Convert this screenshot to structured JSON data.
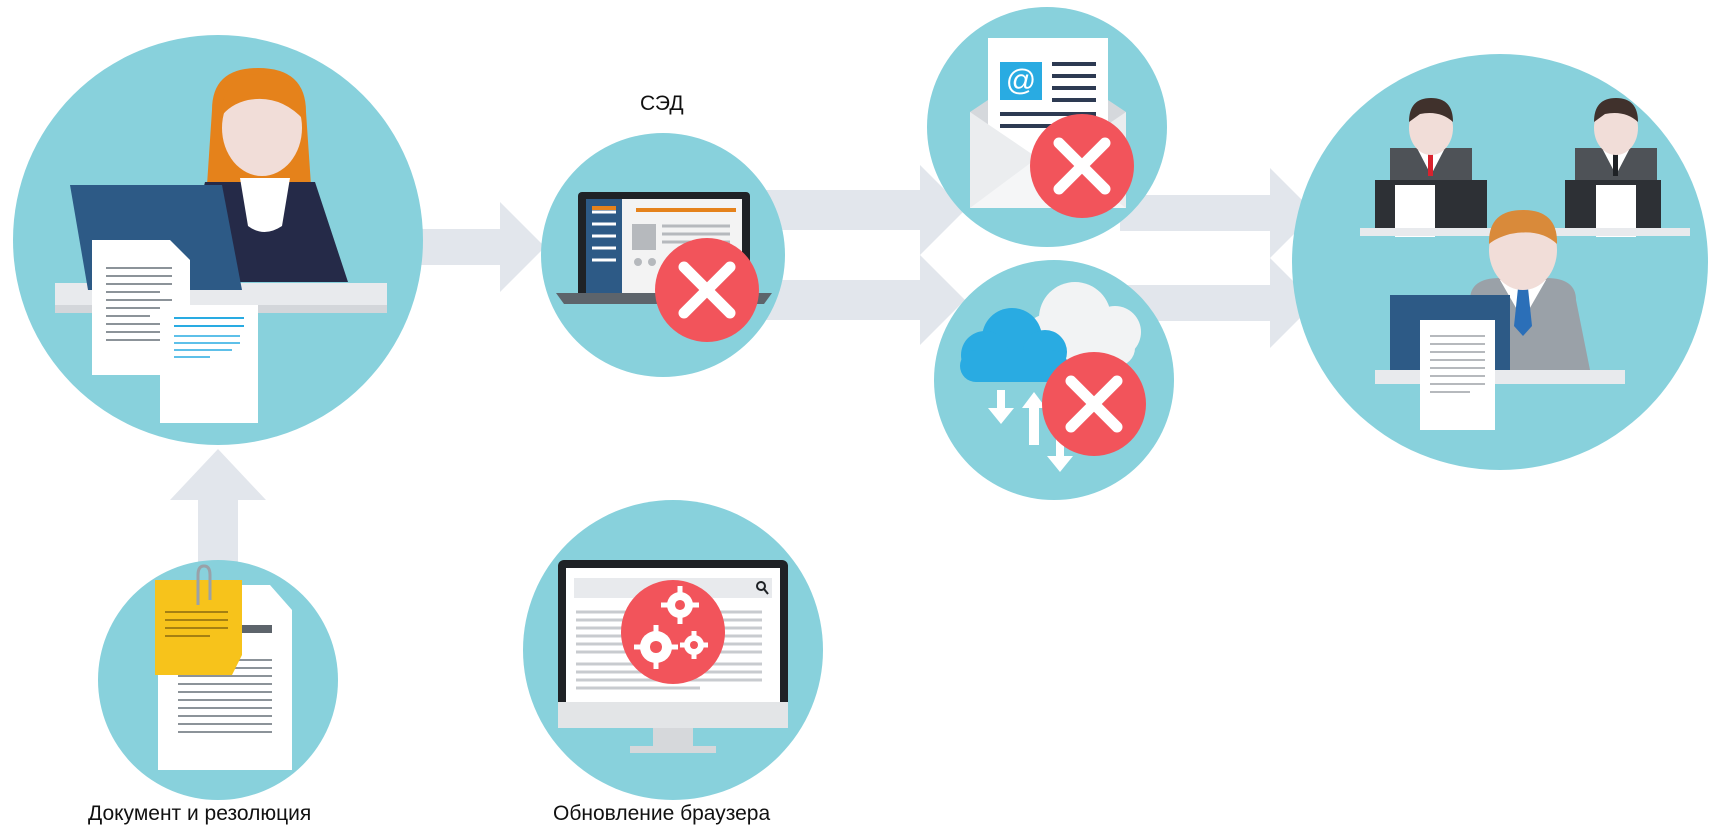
{
  "labels": {
    "sed": "СЭД",
    "document": "Документ и резолюция",
    "browser_update": "Обновление браузера"
  },
  "icons": {
    "email": "@"
  },
  "colors": {
    "circle": "#88d1dc",
    "arrow": "#e2e6ec",
    "error": "#f2545b",
    "hair": "#e5821b",
    "skin": "#f1ddd8",
    "monitor": "#2d5a86",
    "sticky": "#f7c31b",
    "cloud": "#29abe2",
    "suit": "#9aa1a8"
  }
}
